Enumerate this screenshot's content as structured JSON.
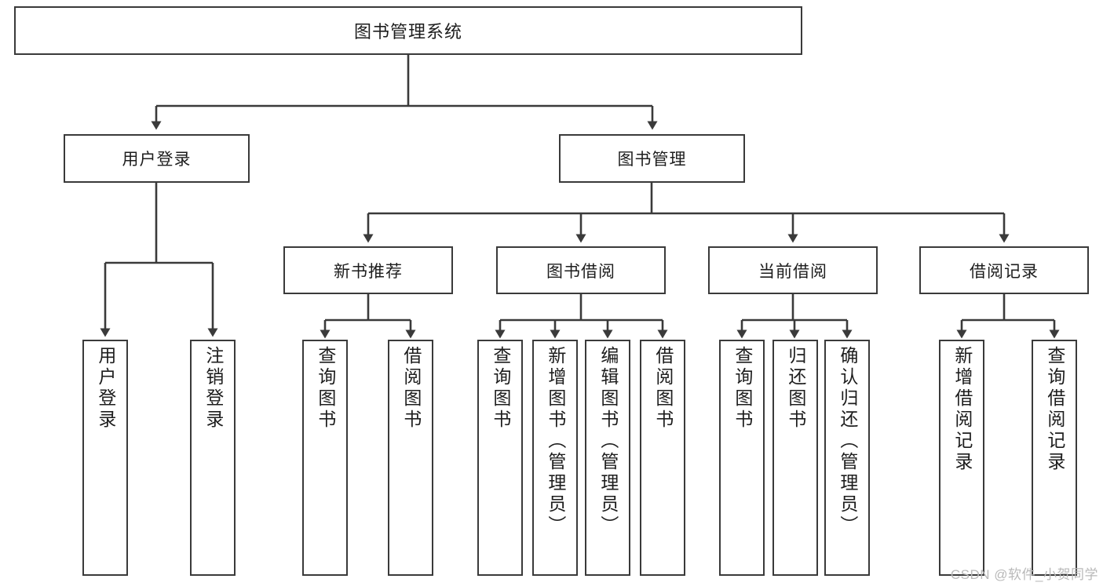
{
  "diagram": {
    "title": "图书管理系统",
    "type": "hierarchy-tree",
    "colors": {
      "box_border": "#3a3a3a",
      "box_fill": "#ffffff",
      "connector": "#3a3a3a",
      "text": "#1d1d1d",
      "watermark": "#b9b9b9"
    },
    "levels": {
      "level0": [
        {
          "id": "root",
          "label": "图书管理系统"
        }
      ],
      "level1": [
        {
          "id": "user-login",
          "label": "用户登录"
        },
        {
          "id": "book-manage",
          "label": "图书管理"
        }
      ],
      "level2": [
        {
          "id": "new-book-recommend",
          "label": "新书推荐",
          "parent": "book-manage"
        },
        {
          "id": "book-borrow",
          "label": "图书借阅",
          "parent": "book-manage"
        },
        {
          "id": "current-borrow",
          "label": "当前借阅",
          "parent": "book-manage"
        },
        {
          "id": "borrow-record",
          "label": "借阅记录",
          "parent": "book-manage"
        }
      ],
      "level3": [
        {
          "id": "leaf-user-login",
          "label": "用户登录",
          "parent": "user-login"
        },
        {
          "id": "leaf-logout-login",
          "label": "注销登录",
          "parent": "user-login"
        },
        {
          "id": "leaf-query-book-1",
          "label": "查询图书",
          "parent": "new-book-recommend"
        },
        {
          "id": "leaf-borrow-book-1",
          "label": "借阅图书",
          "parent": "new-book-recommend"
        },
        {
          "id": "leaf-query-book-2",
          "label": "查询图书",
          "parent": "book-borrow"
        },
        {
          "id": "leaf-add-book",
          "label": "新增图书（管理员）",
          "parent": "book-borrow"
        },
        {
          "id": "leaf-edit-book",
          "label": "编辑图书（管理员）",
          "parent": "book-borrow"
        },
        {
          "id": "leaf-borrow-book-2",
          "label": "借阅图书",
          "parent": "book-borrow"
        },
        {
          "id": "leaf-query-book-3",
          "label": "查询图书",
          "parent": "current-borrow"
        },
        {
          "id": "leaf-return-book",
          "label": "归还图书",
          "parent": "current-borrow"
        },
        {
          "id": "leaf-confirm-return",
          "label": "确认归还（管理员）",
          "parent": "current-borrow"
        },
        {
          "id": "leaf-add-record",
          "label": "新增借阅记录",
          "parent": "borrow-record"
        },
        {
          "id": "leaf-query-record",
          "label": "查询借阅记录",
          "parent": "borrow-record"
        }
      ]
    },
    "watermark": "CSDN @软件_小贺同学"
  }
}
